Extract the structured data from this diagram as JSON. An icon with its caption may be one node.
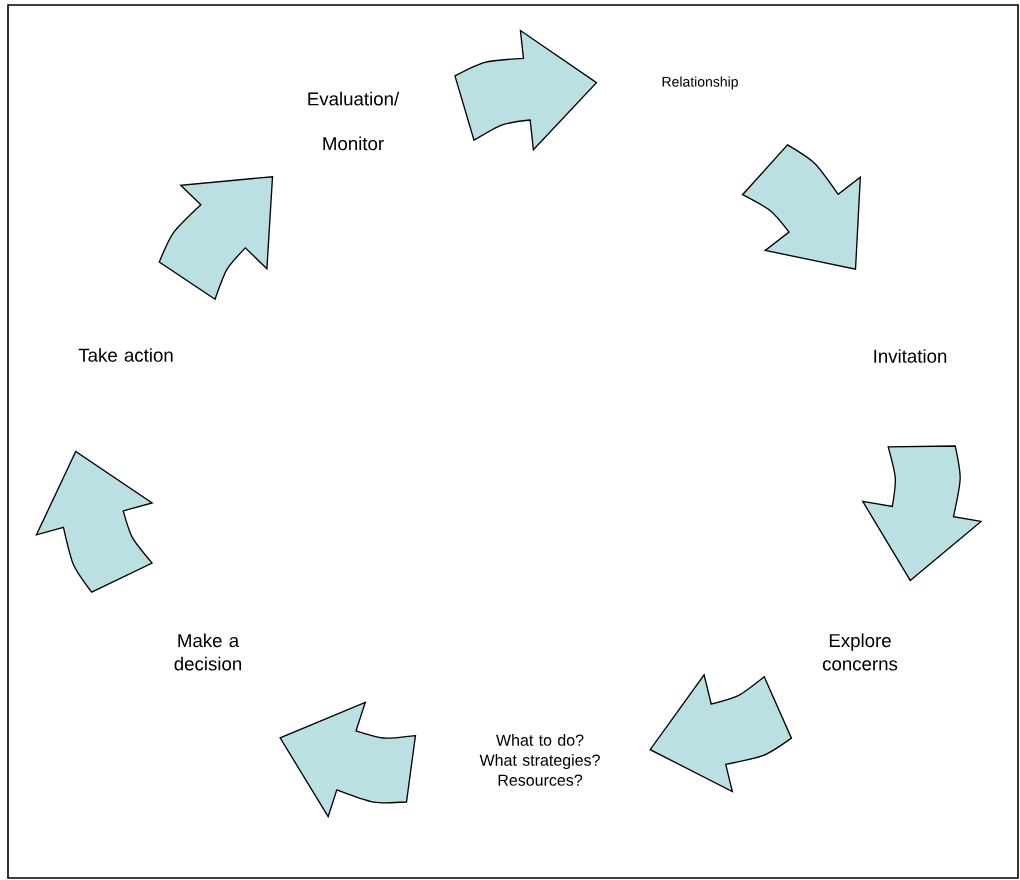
{
  "diagram": {
    "nodes": [
      {
        "text": [
          "Relationship"
        ]
      },
      {
        "text": [
          "Invitation"
        ]
      },
      {
        "text": [
          "Explore concerns"
        ]
      },
      {
        "text": [
          "What to do? What strategies? Resources?"
        ]
      },
      {
        "text": [
          "Make a decision"
        ]
      },
      {
        "text": [
          "Take action"
        ]
      },
      {
        "text": [
          "Evaluation/ Monitor"
        ]
      }
    ],
    "edges": [
      {
        "from": 6,
        "to": 0,
        "arrow": "to"
      },
      {
        "from": 0,
        "to": 1,
        "arrow": "to"
      },
      {
        "from": 1,
        "to": 2,
        "arrow": "to"
      },
      {
        "from": 2,
        "to": 3,
        "arrow": "to"
      },
      {
        "from": 3,
        "to": 4,
        "arrow": "to"
      },
      {
        "from": 4,
        "to": 5,
        "arrow": "to"
      },
      {
        "from": 5,
        "to": 6,
        "arrow": "to"
      }
    ]
  }
}
